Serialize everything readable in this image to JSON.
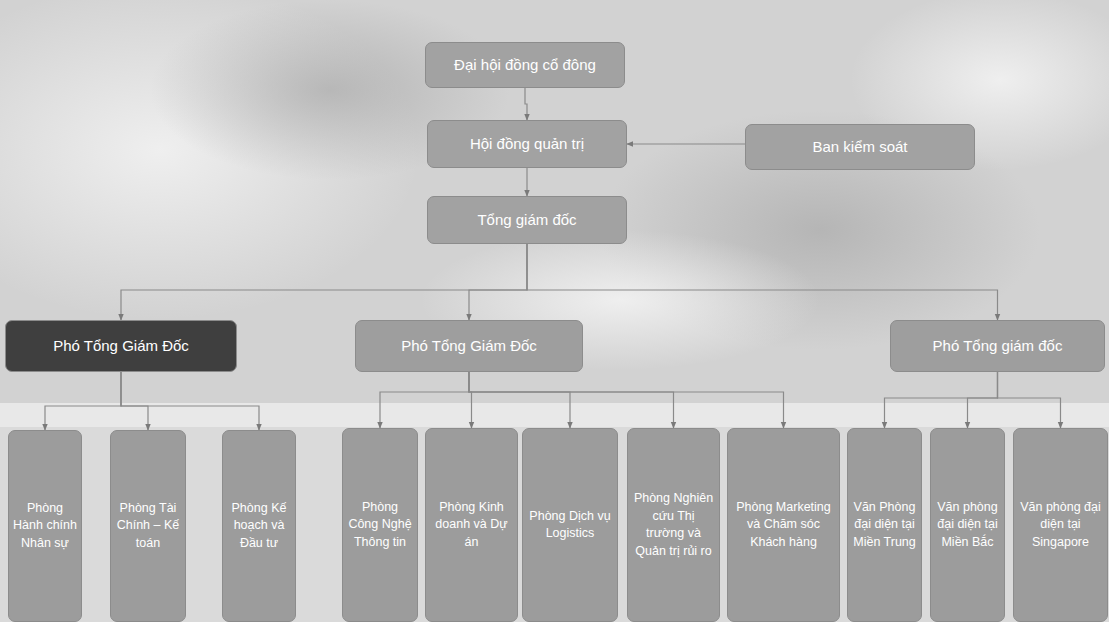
{
  "diagram": {
    "nodes": [
      {
        "text": [
          "Đại hội đồng cổ đông"
        ]
      },
      {
        "text": [
          "Hội đồng quản trị"
        ]
      },
      {
        "text": [
          "Ban kiểm soát"
        ]
      },
      {
        "text": [
          "Tổng giám đốc"
        ]
      },
      {
        "text": [
          "Phó Tổng Giám Đốc"
        ]
      },
      {
        "text": [
          "Phó Tổng Giám Đốc"
        ]
      },
      {
        "text": [
          "Phó Tổng giám đốc"
        ]
      },
      {
        "text": [
          "Phòng Hành chính Nhân sự"
        ]
      },
      {
        "text": [
          "Phòng Tài Chính – Kế toán"
        ]
      },
      {
        "text": [
          "Phòng Kế hoạch và Đầu tư"
        ]
      },
      {
        "text": [
          "Phòng Công Nghệ Thông tin"
        ]
      },
      {
        "text": [
          "Phòng Kinh doanh và Dự án"
        ]
      },
      {
        "text": [
          "Phòng Dịch vụ Logistics"
        ]
      },
      {
        "text": [
          "Phòng Nghiên cứu Thị trường và Quản trị rủi ro"
        ]
      },
      {
        "text": [
          "Phòng Marketing và Chăm sóc Khách hàng"
        ]
      },
      {
        "text": [
          "Văn Phòng đại diện tại Miền Trung"
        ]
      },
      {
        "text": [
          "Văn phòng đại diện tại Miền Bắc"
        ]
      },
      {
        "text": [
          "Văn phòng đại diện tại Singapore"
        ]
      }
    ],
    "edges": [
      {
        "from": 0,
        "to": 1,
        "arrow": "to"
      },
      {
        "from": 2,
        "to": 1,
        "arrow": "to"
      },
      {
        "from": 1,
        "to": 3,
        "arrow": "to"
      },
      {
        "from": 3,
        "to": 4,
        "arrow": "to"
      },
      {
        "from": 3,
        "to": 5,
        "arrow": "to"
      },
      {
        "from": 3,
        "to": 6,
        "arrow": "to"
      },
      {
        "from": 4,
        "to": 7,
        "arrow": "to"
      },
      {
        "from": 4,
        "to": 8,
        "arrow": "to"
      },
      {
        "from": 4,
        "to": 9,
        "arrow": "to"
      },
      {
        "from": 5,
        "to": 10,
        "arrow": "to"
      },
      {
        "from": 5,
        "to": 11,
        "arrow": "to"
      },
      {
        "from": 5,
        "to": 12,
        "arrow": "to"
      },
      {
        "from": 5,
        "to": 13,
        "arrow": "to"
      },
      {
        "from": 5,
        "to": 14,
        "arrow": "to"
      },
      {
        "from": 6,
        "to": 15,
        "arrow": "to"
      },
      {
        "from": 6,
        "to": 16,
        "arrow": "to"
      },
      {
        "from": 6,
        "to": 17,
        "arrow": "to"
      }
    ]
  }
}
